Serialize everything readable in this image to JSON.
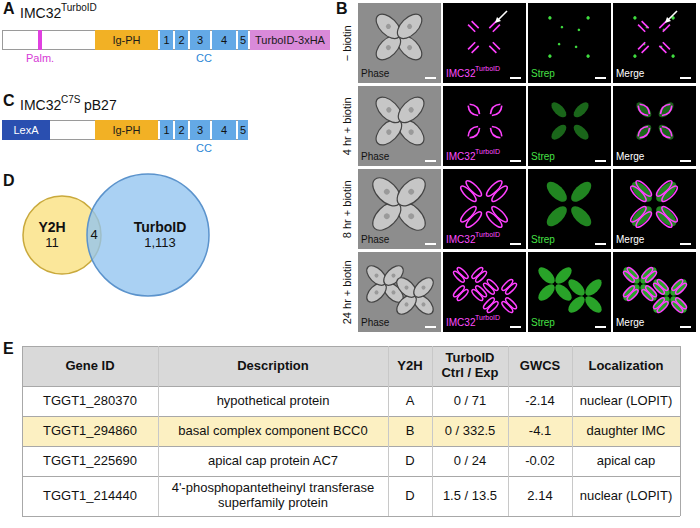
{
  "diagram": {
    "nodes": [
      {
        "text": [
          "Ig-PH"
        ]
      },
      {
        "text": [
          "1"
        ]
      },
      {
        "text": [
          "2"
        ]
      },
      {
        "text": [
          "3"
        ]
      },
      {
        "text": [
          "4"
        ]
      },
      {
        "text": [
          "5"
        ]
      },
      {
        "text": [
          "TurboID-3xHA"
        ]
      },
      {
        "text": [
          "LexA"
        ]
      },
      {
        "text": [
          "Ig-PH"
        ]
      },
      {
        "text": [
          "1"
        ]
      },
      {
        "text": [
          "2"
        ]
      },
      {
        "text": [
          "3"
        ]
      },
      {
        "text": [
          "4"
        ]
      },
      {
        "text": [
          "5"
        ]
      },
      {
        "text": [
          "Y2H",
          "11"
        ]
      },
      {
        "text": [
          "TurboID",
          "1,113"
        ]
      }
    ],
    "labels": [
      "A",
      "IMC32",
      "TurboID",
      "Palm.",
      "CC",
      "B",
      "− biotin",
      "Phase",
      "IMC32",
      "TurboID",
      "Strep",
      "Merge",
      "4 hr + biotin",
      "Phase",
      "IMC32",
      "TurboID",
      "Strep",
      "Merge",
      "8 hr + biotin",
      "Phase",
      "IMC32",
      "TurboID",
      "Strep",
      "Merge",
      "24 hr + biotin",
      "Phase",
      "IMC32",
      "TurboID",
      "Strep",
      "Merge",
      "C",
      "IMC32",
      "C7S",
      "pB27",
      "CC",
      "D",
      "4",
      "E",
      "Gene ID",
      "Description",
      "Y2H",
      "TurboID Ctrl / Exp",
      "GWCS",
      "Localization",
      "TGGT1_280370",
      "hypothetical protein",
      "A",
      "0 / 71",
      "-2.14",
      "nuclear (LOPIT)",
      "TGGT1_294860",
      "basal complex component BCC0",
      "B",
      "0 / 332.5",
      "-4.1",
      "daughter IMC",
      "TGGT1_225690",
      "apical cap protein AC7",
      "D",
      "0 / 24",
      "-0.02",
      "apical cap",
      "TGGT1_214440",
      "4'-phosphopantetheinyl transferase superfamily protein",
      "D",
      "1.5 / 13.5",
      "2.14",
      "nuclear (LOPIT)"
    ]
  }
}
